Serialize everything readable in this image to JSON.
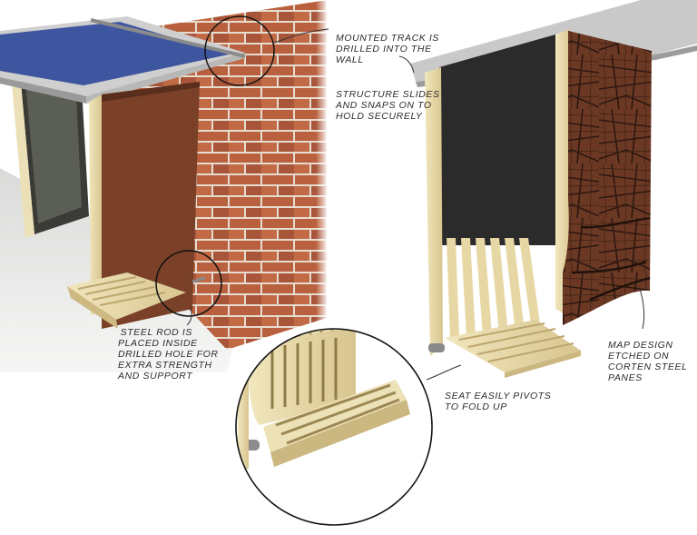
{
  "annotations": {
    "mounted_track": [
      "Mounted track is",
      "drilled into the",
      "wall"
    ],
    "structure_slides": [
      "Structure slides",
      "and snaps on to",
      "hold securely"
    ],
    "steel_rod": [
      "Steel rod is",
      "placed inside",
      "drilled hole for",
      "extra strength",
      "and support"
    ],
    "seat_pivots": [
      "Seat easily pivots",
      "to fold up"
    ],
    "map_design": [
      "Map design",
      "etched on",
      "corten steel",
      "panes"
    ]
  },
  "colors": {
    "brick": "#b8603f",
    "mortar": "#e7ddd0",
    "wood": "#eadcae",
    "wood_dark": "#cdbb85",
    "corten": "#6a3622",
    "corten_line": "#2d1710",
    "canopy_top": "#d9d9d9",
    "solar_panel": "#3f56a3",
    "black_panel": "#2a2a2a"
  }
}
